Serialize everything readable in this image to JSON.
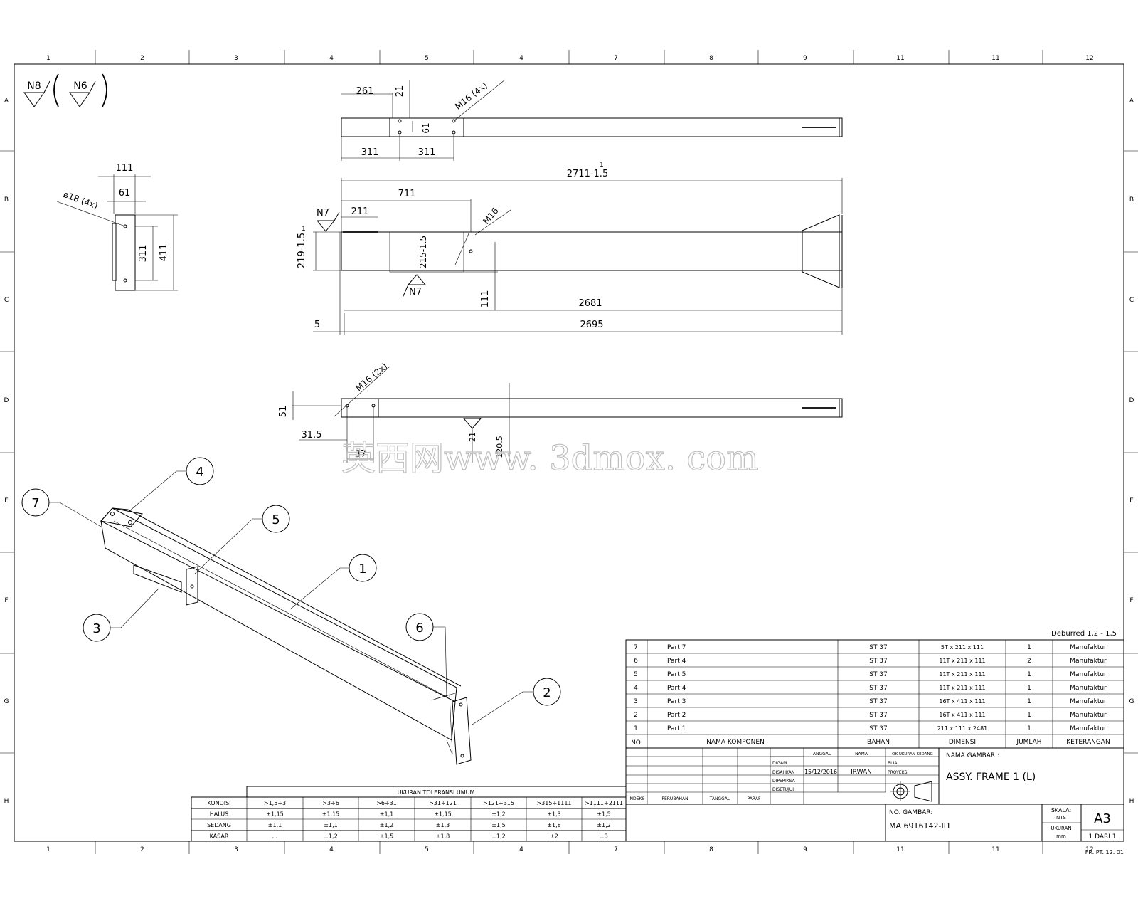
{
  "frame": {
    "cols": [
      "1",
      "2",
      "3",
      "4",
      "5",
      "4",
      "7",
      "8",
      "9",
      "11",
      "11",
      "12"
    ],
    "cols_bottom": [
      "1",
      "2",
      "3",
      "4",
      "5",
      "4",
      "7",
      "8",
      "9",
      "11",
      "11",
      "12"
    ],
    "rows": [
      "A",
      "B",
      "C",
      "D",
      "E",
      "F",
      "G",
      "H"
    ]
  },
  "surface": {
    "a": "N8",
    "b": "N6"
  },
  "top_view": {
    "d1": "261",
    "d2": "21",
    "d3": "M16 (4x)",
    "d4": "61",
    "d5": "311",
    "d6": "311"
  },
  "side_view": {
    "d_total_tol": "2711-1.5",
    "d_total_tol_top": "1",
    "d_700": "711",
    "d_211": "211",
    "d_m16": "M16",
    "d_n7a": "N7",
    "d_n7b": "N7",
    "d_h": "219-1.5",
    "d_h_top": "1",
    "d_215": "215-1.5",
    "d_111": "111",
    "d_2681": "2681",
    "d_2695": "2695",
    "d_5": "5"
  },
  "plate_view": {
    "d_w": "111",
    "d_w2": "61",
    "d_hole": "ø18 (4x)",
    "d_h1": "311",
    "d_h2": "411"
  },
  "bottom_view": {
    "d_m16": "M16 (2x)",
    "d_51": "51",
    "d_315": "31.5",
    "d_37": "37",
    "d_21": "21",
    "d_120": "120.5"
  },
  "watermark": "英西网www. 3dmox. com",
  "balloons": [
    "1",
    "2",
    "3",
    "4",
    "5",
    "6",
    "7"
  ],
  "note_deburr": "Deburred 1,2 - 1,5",
  "bom": {
    "rows": [
      {
        "no": "7",
        "name": "Part 7",
        "mat": "ST 37",
        "dim": "5T x 211 x 111",
        "qty": "1",
        "note": "Manufaktur"
      },
      {
        "no": "6",
        "name": "Part 4",
        "mat": "ST 37",
        "dim": "11T x 211 x 111",
        "qty": "2",
        "note": "Manufaktur"
      },
      {
        "no": "5",
        "name": "Part 5",
        "mat": "ST 37",
        "dim": "11T x 211 x 111",
        "qty": "1",
        "note": "Manufaktur"
      },
      {
        "no": "4",
        "name": "Part 4",
        "mat": "ST 37",
        "dim": "11T x 211 x 111",
        "qty": "1",
        "note": "Manufaktur"
      },
      {
        "no": "3",
        "name": "Part 3",
        "mat": "ST 37",
        "dim": "16T x 411 x 111",
        "qty": "1",
        "note": "Manufaktur"
      },
      {
        "no": "2",
        "name": "Part 2",
        "mat": "ST 37",
        "dim": "16T x 411 x 111",
        "qty": "1",
        "note": "Manufaktur"
      },
      {
        "no": "1",
        "name": "Part 1",
        "mat": "ST 37",
        "dim": "211 x 111 x 2481",
        "qty": "1",
        "note": "Manufaktur"
      }
    ],
    "headers": {
      "no": "NO",
      "name": "NAMA KOMPONEN",
      "mat": "BAHAN",
      "dim": "DIMENSI",
      "qty": "JUMLAH",
      "note": "KETERANGAN"
    }
  },
  "title_block": {
    "h_tanggal": "TANGGAL",
    "h_nama": "NAMA",
    "h_ok": "OK UKURAN SEDANG",
    "r_digam": "DIGAM",
    "r_disahkan": "DISAHKAN",
    "r_diperiksa": "DIPERIKSA",
    "r_disetujui": "DISETUJUI",
    "date": "15/12/2016",
    "drafter": "IRWAN",
    "bl": "BLIA",
    "proyeksi": "PROYEKSI",
    "h_indeks": "INDEKS",
    "h_perubahan": "PERUBAHAN",
    "h_tanggal2": "TANGGAL",
    "h_paraf": "PARAF",
    "nama_gambar_label": "NAMA GAMBAR :",
    "nama_gambar": "ASSY. FRAME 1 (L)",
    "no_gambar_label": "NO. GAMBAR:",
    "no_gambar": "MA 6916142-II1",
    "skala_label": "SKALA:",
    "skala": "NTS",
    "ukuran_label": "UKURAN",
    "ukuran": "mm",
    "size": "A3",
    "sheet": "1 DARI 1",
    "form": "FR. PT. 12. 01"
  },
  "tol_table": {
    "title": "UKURAN TOLERANSI UMUM",
    "cols": [
      ">1,5÷3",
      ">3÷6",
      ">6÷31",
      ">31÷121",
      ">121÷315",
      ">315÷1111",
      ">1111÷2111"
    ],
    "rows": [
      {
        "label": "KONDISI",
        "vals": [
          "",
          "",
          "",
          "",
          "",
          "",
          ""
        ]
      },
      {
        "label": "HALUS",
        "vals": [
          "±1,15",
          "±1,15",
          "±1,1",
          "±1,15",
          "±1,2",
          "±1,3",
          "±1,5"
        ]
      },
      {
        "label": "SEDANG",
        "vals": [
          "±1,1",
          "±1,1",
          "±1,2",
          "±1,3",
          "±1,5",
          "±1,8",
          "±1,2"
        ]
      },
      {
        "label": "KASAR",
        "vals": [
          "...",
          "±1,2",
          "±1,5",
          "±1,8",
          "±1,2",
          "±2",
          "±3"
        ]
      }
    ]
  }
}
